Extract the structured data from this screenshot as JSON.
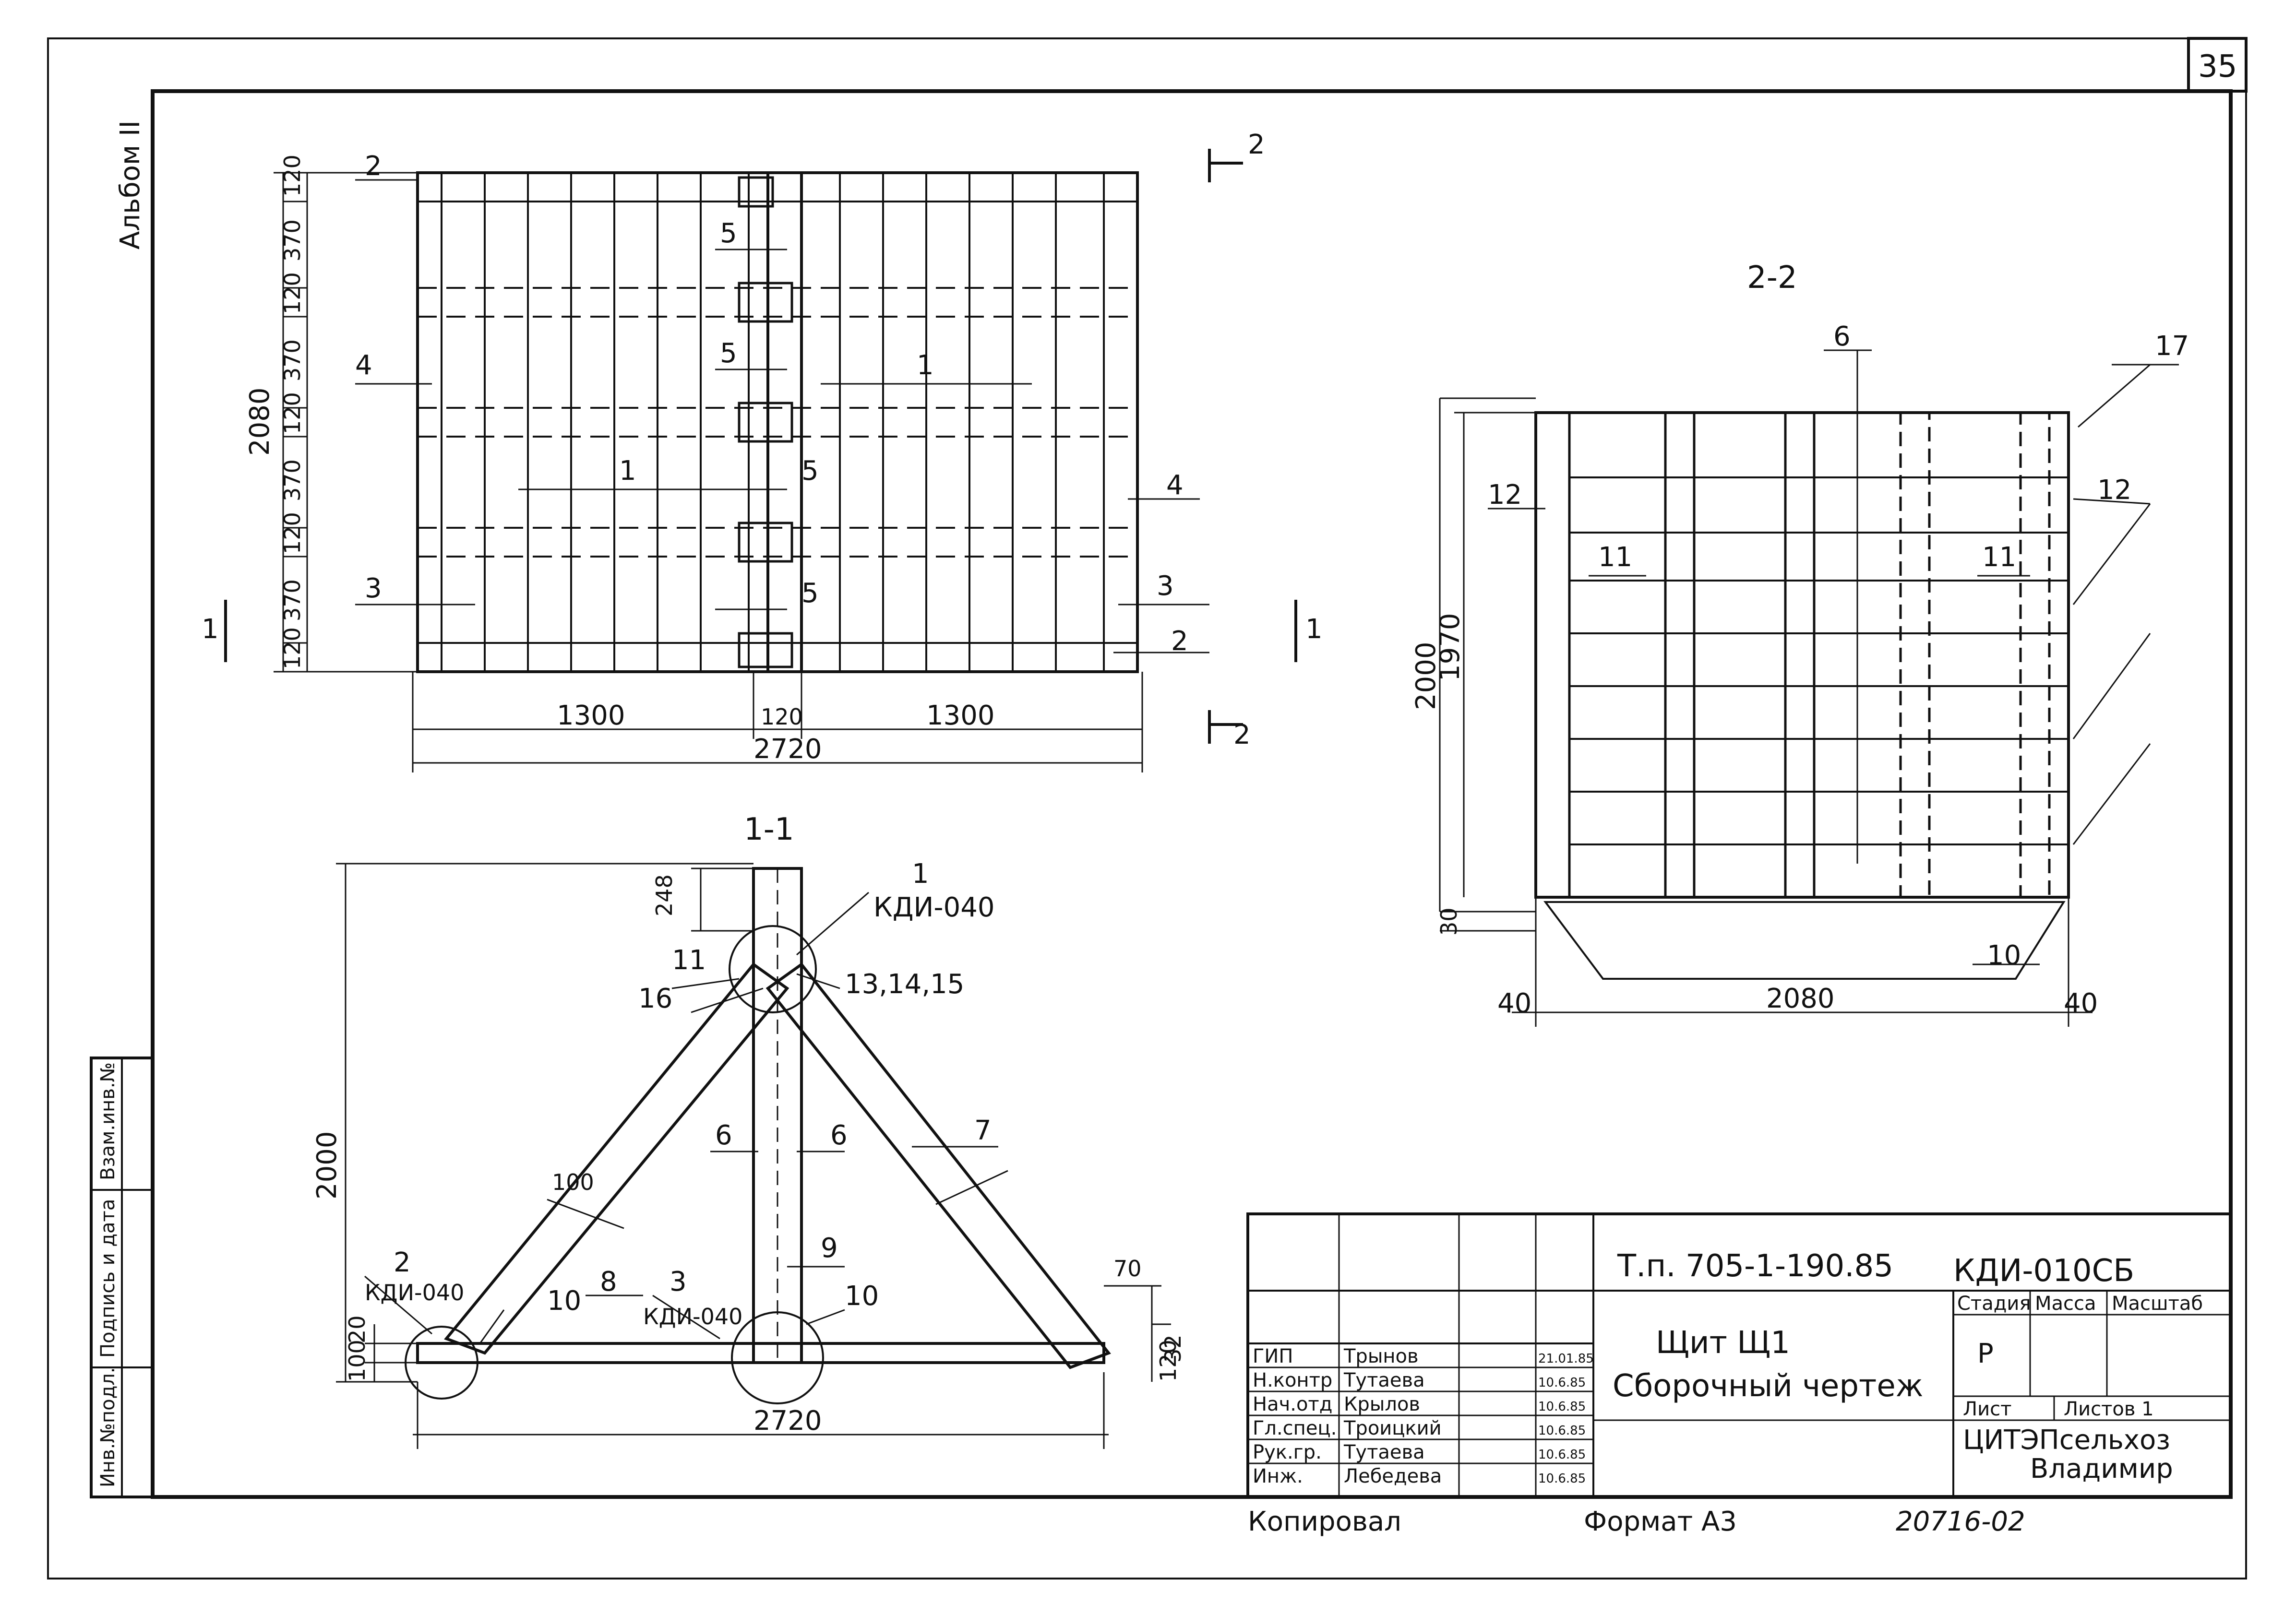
{
  "sheet": {
    "page_number": "35",
    "album_label": "Альбом II",
    "format_label": "Формат А3",
    "copied_label": "Копировал",
    "doc_number": "20716-02"
  },
  "left_strip": {
    "inv_podl": "Инв.№подл.",
    "podpis_data": "Подпись и дата",
    "vzam_inv": "Взам.инв.№"
  },
  "plan_view": {
    "dims_vertical": [
      "120",
      "370",
      "120",
      "370",
      "120",
      "370",
      "120",
      "370",
      "120"
    ],
    "overall_height": "2080",
    "width_left": "1300",
    "width_mid": "120",
    "width_right": "1300",
    "overall_width": "2720",
    "section_marks": [
      "1",
      "1",
      "2",
      "2"
    ],
    "callouts": [
      "1",
      "1",
      "2",
      "2",
      "3",
      "3",
      "4",
      "4",
      "5",
      "5",
      "5",
      "5"
    ]
  },
  "section_1_1": {
    "title": "1-1",
    "height": "2000",
    "top_dim": "248",
    "width": "2720",
    "right_dims": [
      "70",
      "32",
      "120"
    ],
    "left_dims": [
      "100",
      "20"
    ],
    "strut_dim": "100",
    "callouts": {
      "n1": "1",
      "n1_ref": "КДИ-040",
      "n2": "2",
      "n2_ref": "КДИ-040",
      "n3": "3",
      "n3_ref": "КДИ-040",
      "n6a": "6",
      "n6b": "6",
      "n7": "7",
      "n8": "8",
      "n9": "9",
      "n10a": "10",
      "n10b": "10",
      "n11": "11",
      "n16": "16",
      "n131415": "13,14,15"
    }
  },
  "section_2_2": {
    "title": "2-2",
    "height_outer": "2000",
    "height_inner": "1970",
    "bottom_dim": "30",
    "width": "2080",
    "edge_left": "40",
    "edge_right": "40",
    "callouts": [
      "6",
      "17",
      "12",
      "12",
      "11",
      "11",
      "10"
    ]
  },
  "title_block": {
    "project": "Т.п. 705-1-190.85",
    "code": "КДИ-010СБ",
    "name_line1": "Щит Щ1",
    "name_line2": "Сборочный чертеж",
    "stage_header": "Стадия",
    "mass_header": "Масса",
    "scale_header": "Масштаб",
    "stage_value": "Р",
    "sheet_label": "Лист",
    "sheets_label": "Листов 1",
    "org_line1": "ЦИТЭПсельхоз",
    "org_line2": "Владимир",
    "staff": [
      {
        "role": "ГИП",
        "name": "Трынов",
        "date": "21.01.85"
      },
      {
        "role": "Н.контр",
        "name": "Тутаева",
        "date": "10.6.85"
      },
      {
        "role": "Нач.отд",
        "name": "Крылов",
        "date": "10.6.85"
      },
      {
        "role": "Гл.спец.",
        "name": "Троицкий",
        "date": "10.6.85"
      },
      {
        "role": "Рук.гр.",
        "name": "Тутаева",
        "date": "10.6.85"
      },
      {
        "role": "Инж.",
        "name": "Лебедева",
        "date": "10.6.85"
      }
    ]
  }
}
